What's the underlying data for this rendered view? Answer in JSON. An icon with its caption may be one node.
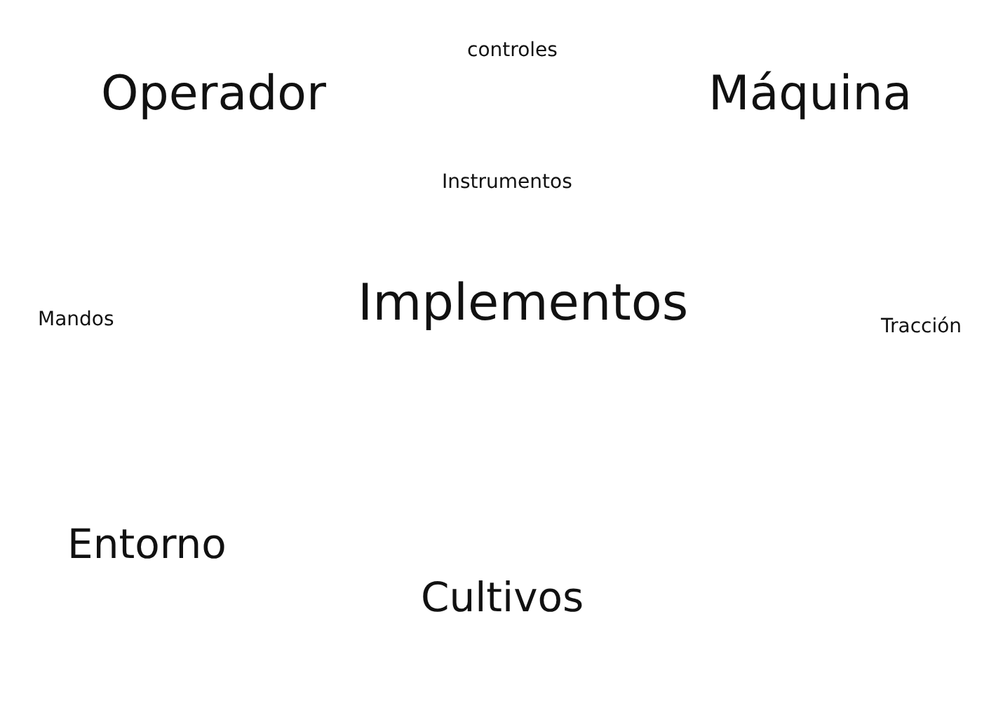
{
  "diagram": {
    "labels": [
      "controles",
      "Operador",
      "Máquina",
      "Instrumentos",
      "Mandos",
      "Implementos",
      "Tracción",
      "Entorno",
      "Cultivos"
    ]
  }
}
